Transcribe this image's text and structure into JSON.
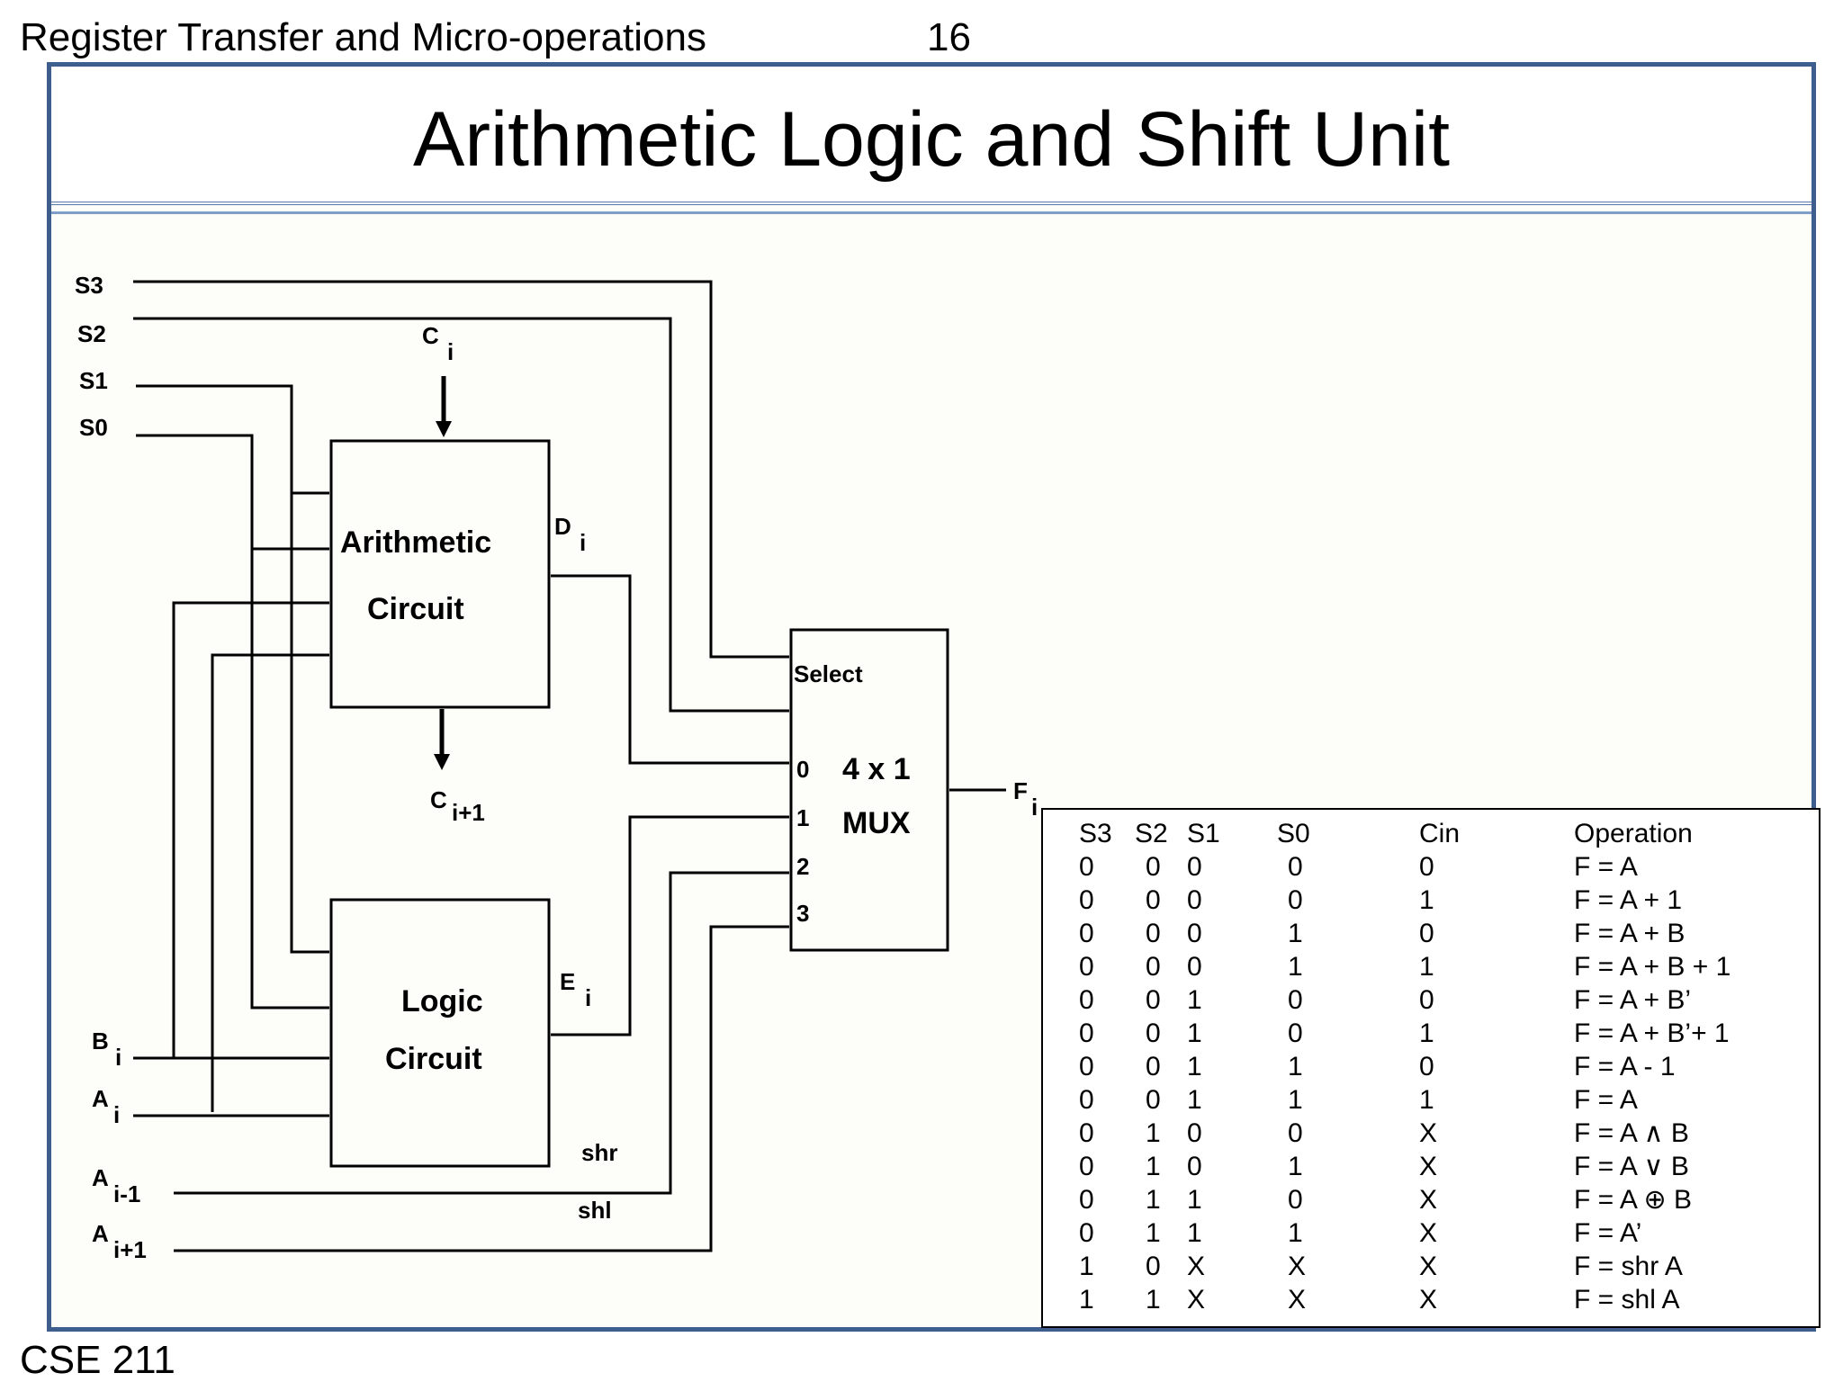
{
  "header": {
    "course_title": "Register Transfer and Micro-operations",
    "slide_number": "16"
  },
  "footer": {
    "course_code": "CSE 211"
  },
  "slide": {
    "title": "Arithmetic Logic and Shift Unit"
  },
  "diagram": {
    "inputs": {
      "s3": "S3",
      "s2": "S2",
      "s1": "S1",
      "s0": "S0",
      "b_main": "B",
      "b_sub": "i",
      "a_main": "A",
      "a_sub": "i",
      "am1_main": "A",
      "am1_sub": "i-1",
      "ap1_main": "A",
      "ap1_sub": "i+1"
    },
    "carry_in": {
      "main": "C",
      "sub": "i"
    },
    "carry_out": {
      "main": "C",
      "sub": "i+1"
    },
    "arithmetic_circuit": {
      "line1": "Arithmetic",
      "line2": "Circuit"
    },
    "logic_circuit": {
      "line1": "Logic",
      "line2": "Circuit"
    },
    "d_out": {
      "main": "D",
      "sub": "i"
    },
    "e_out": {
      "main": "E",
      "sub": "i"
    },
    "shr": "shr",
    "shl": "shl",
    "mux": {
      "select": "Select",
      "line1": "4 x 1",
      "line2": "MUX",
      "in0": "0",
      "in1": "1",
      "in2": "2",
      "in3": "3"
    },
    "f_out": {
      "main": "F",
      "sub": "i"
    }
  },
  "truth_table": {
    "headers": [
      "S3",
      "S2",
      "S1",
      "S0",
      "Cin",
      "Operation"
    ],
    "rows": [
      [
        "0",
        "0",
        "0",
        "0",
        "0",
        "F = A"
      ],
      [
        "0",
        "0",
        "0",
        "0",
        "1",
        "F = A + 1"
      ],
      [
        "0",
        "0",
        "0",
        "1",
        "0",
        "F = A + B"
      ],
      [
        "0",
        "0",
        "0",
        "1",
        "1",
        "F = A + B + 1"
      ],
      [
        "0",
        "0",
        "1",
        "0",
        "0",
        "F = A + B’"
      ],
      [
        "0",
        "0",
        "1",
        "0",
        "1",
        "F = A + B’+ 1"
      ],
      [
        "0",
        "0",
        "1",
        "1",
        "0",
        "F = A - 1"
      ],
      [
        "0",
        "0",
        "1",
        "1",
        "1",
        "F = A"
      ],
      [
        "0",
        "1",
        "0",
        "0",
        "X",
        "F = A ∧ B"
      ],
      [
        "0",
        "1",
        "0",
        "1",
        "X",
        "F = A ∨ B"
      ],
      [
        "0",
        "1",
        "1",
        "0",
        "X",
        "F = A ⊕ B"
      ],
      [
        "0",
        "1",
        "1",
        "1",
        "X",
        "F = A’"
      ],
      [
        "1",
        "0",
        "X",
        "X",
        "X",
        "F = shr A"
      ],
      [
        "1",
        "1",
        "X",
        "X",
        "X",
        "F = shl A"
      ]
    ]
  }
}
